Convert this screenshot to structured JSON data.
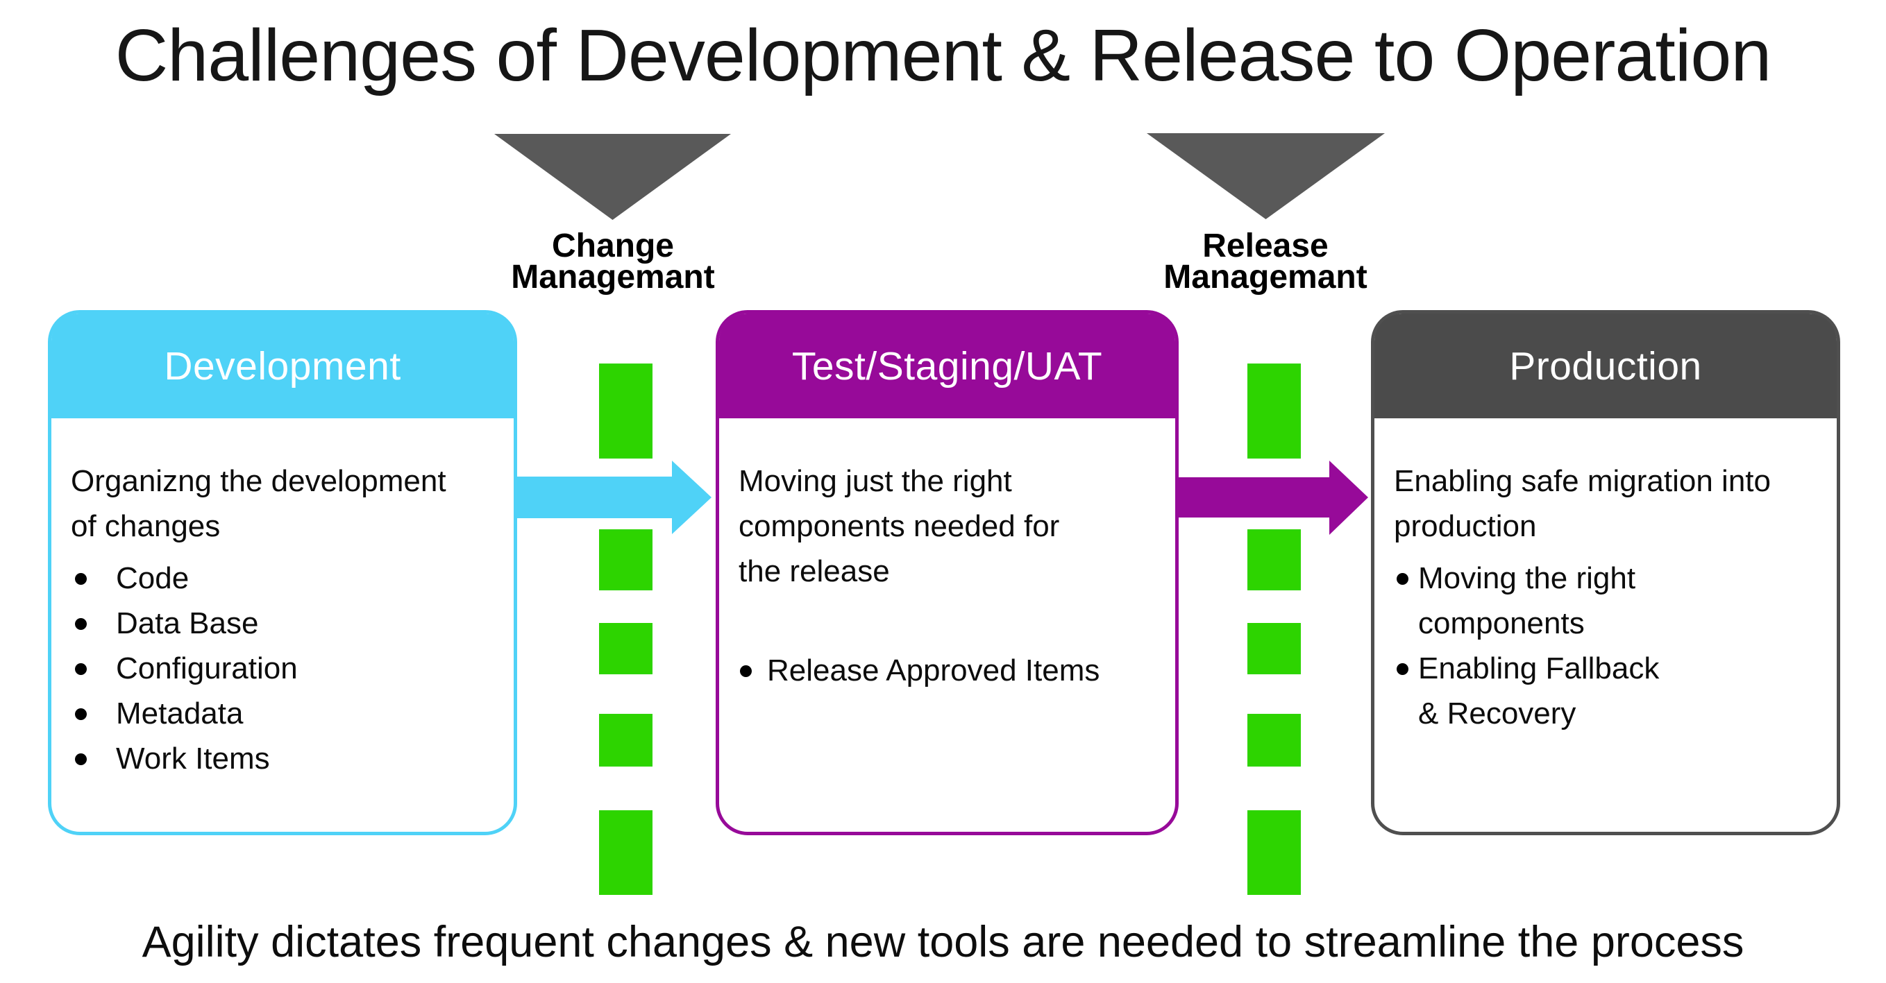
{
  "title": "Challenges of Development & Release to Operation",
  "footer": "Agility dictates frequent changes & new tools are needed to streamline the process",
  "colors": {
    "cyan_accent": "#4fd2f7",
    "purple_accent": "#970a99",
    "dark_gray_accent": "#4b4b4b",
    "triangle_gray": "#595959",
    "gate_green": "#2dd400"
  },
  "gates": [
    {
      "line1": "Change",
      "line2": "Managemant"
    },
    {
      "line1": "Release",
      "line2": "Managemant"
    }
  ],
  "stages": [
    {
      "title": "Development",
      "intro_lines": [
        "Organizng the development",
        "of changes"
      ],
      "bullets": [
        [
          "Code"
        ],
        [
          "Data Base"
        ],
        [
          "Configuration"
        ],
        [
          "Metadata"
        ],
        [
          "Work Items"
        ]
      ]
    },
    {
      "title": "Test/Staging/UAT",
      "intro_lines": [
        "Moving just the right",
        "components needed for",
        "the release"
      ],
      "bullets": [
        [
          "Release Approved Items"
        ]
      ]
    },
    {
      "title": "Production",
      "intro_lines": [
        "Enabling safe migration into",
        "production"
      ],
      "bullets": [
        [
          "Moving the right",
          "components"
        ],
        [
          "Enabling Fallback",
          "& Recovery"
        ]
      ]
    }
  ]
}
